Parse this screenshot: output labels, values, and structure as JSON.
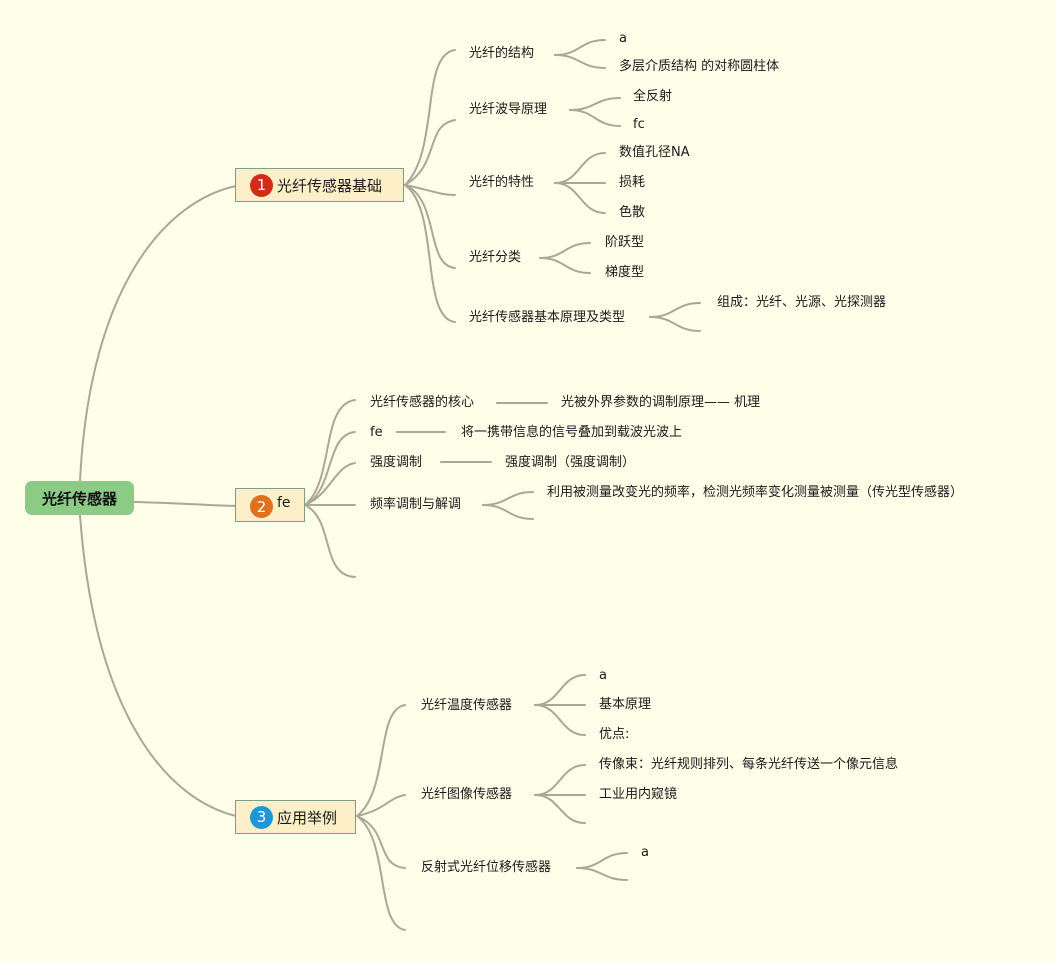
{
  "root": {
    "label": "光纤传感器"
  },
  "branches": [
    {
      "num": "1",
      "color": "#d42a18",
      "label": "光纤传感器基础",
      "children": [
        {
          "label": "光纤的结构",
          "children": [
            "a",
            "多层介质结构 的对称圆柱体"
          ]
        },
        {
          "label": "光纤波导原理",
          "children": [
            "全反射",
            "fc"
          ]
        },
        {
          "label": "光纤的特性",
          "children": [
            "数值孔径NA",
            "损耗",
            "色散"
          ]
        },
        {
          "label": "光纤分类",
          "children": [
            "阶跃型",
            "梯度型"
          ]
        },
        {
          "label": "光纤传感器基本原理及类型",
          "children": [
            "组成：光纤、光源、光探测器"
          ]
        }
      ]
    },
    {
      "num": "2",
      "color": "#e0701c",
      "label": "fe",
      "children": [
        {
          "label": "光纤传感器的核心",
          "children": [
            "光被外界参数的调制原理—— 机理"
          ]
        },
        {
          "label": "fe",
          "children": [
            "将一携带信息的信号叠加到载波光波上"
          ]
        },
        {
          "label": "强度调制",
          "children": [
            "强度调制（强度调制）"
          ]
        },
        {
          "label": "频率调制与解调",
          "children": [
            "利用被测量改变光的频率，检测光频率变化测量被测量（传光型传感器）"
          ]
        }
      ]
    },
    {
      "num": "3",
      "color": "#1e96d8",
      "label": "应用举例",
      "children": [
        {
          "label": "光纤温度传感器",
          "children": [
            "a",
            "基本原理",
            "优点:"
          ]
        },
        {
          "label": "光纤图像传感器",
          "children": [
            "传像束：光纤规则排列、每条光纤传送一个像元信息",
            "工业用内窥镜"
          ]
        },
        {
          "label": "反射式光纤位移传感器",
          "children": [
            "a"
          ]
        }
      ]
    }
  ]
}
